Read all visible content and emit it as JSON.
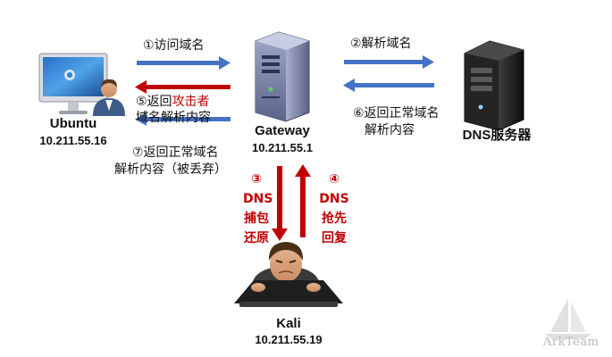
{
  "nodes": {
    "ubuntu": {
      "name": "Ubuntu",
      "ip": "10.211.55.16"
    },
    "gateway": {
      "name": "Gateway",
      "ip": "10.211.55.1"
    },
    "dns": {
      "name": "DNS服务器"
    },
    "kali": {
      "name": "Kali",
      "ip": "10.211.55.19"
    }
  },
  "steps": {
    "s1": "①访问域名",
    "s2": "②解析域名",
    "s3": {
      "num": "③",
      "line1": "DNS",
      "line2": "捕包",
      "line3": "还原"
    },
    "s4": {
      "num": "④",
      "line1": "DNS",
      "line2": "抢先",
      "line3": "回复"
    },
    "s5": {
      "prefix": "⑤返回",
      "highlight": "攻击者",
      "line2": "域名解析内容"
    },
    "s6": {
      "line1": "⑥返回正常域名",
      "line2": "解析内容"
    },
    "s7": {
      "line1": "⑦返回正常域名",
      "line2": "解析内容（被丢弃）"
    }
  },
  "watermark": "ArkTeam",
  "colors": {
    "blue_arrow": "#4472c4",
    "red_arrow": "#c00000",
    "red_text": "#c00000"
  },
  "icons": {
    "ubuntu": "desktop-computer-with-user-icon",
    "gateway": "server-tower-icon",
    "dns": "black-server-tower-icon",
    "kali": "hacker-at-laptop-icon",
    "watermark": "sailboat-logo-icon"
  }
}
